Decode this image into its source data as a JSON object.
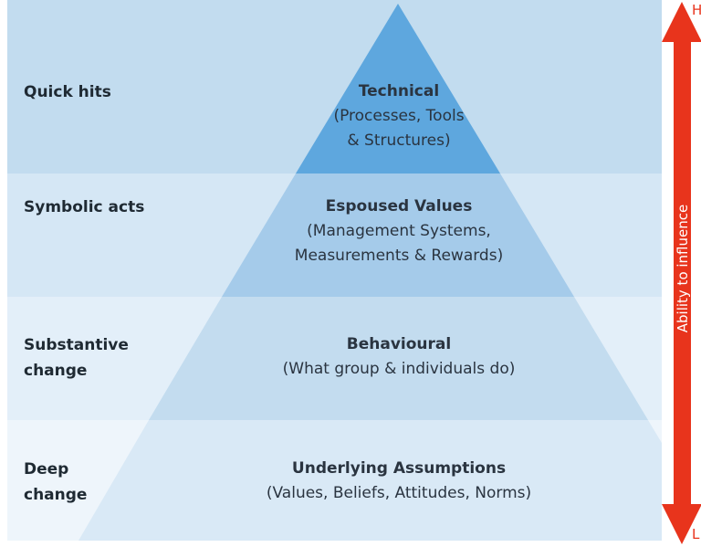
{
  "left_labels": {
    "quick_hits": "Quick hits",
    "symbolic_acts": "Symbolic acts",
    "substantive_line1": "Substantive",
    "substantive_line2": "change",
    "deep_line1": "Deep",
    "deep_line2": "change"
  },
  "tiers": {
    "technical": {
      "title": "Technical",
      "line1": "(Processes, Tools",
      "line2": "& Structures)"
    },
    "espoused": {
      "title": "Espoused Values",
      "line1": "(Management Systems,",
      "line2": "Measurements & Rewards)"
    },
    "behavioural": {
      "title": "Behavioural",
      "line1": "(What group & individuals do)"
    },
    "assumptions": {
      "title": "Underlying Assumptions",
      "line1": "(Values, Beliefs, Attitudes, Norms)"
    }
  },
  "arrow": {
    "label": "Ability to influence",
    "top_letter": "H",
    "bottom_letter": "L",
    "color": "#e8341c"
  },
  "colors": {
    "band_top": "#c2dcef",
    "tier_top": "#5ea7de",
    "tier_bottom": "#d9e9f6"
  }
}
